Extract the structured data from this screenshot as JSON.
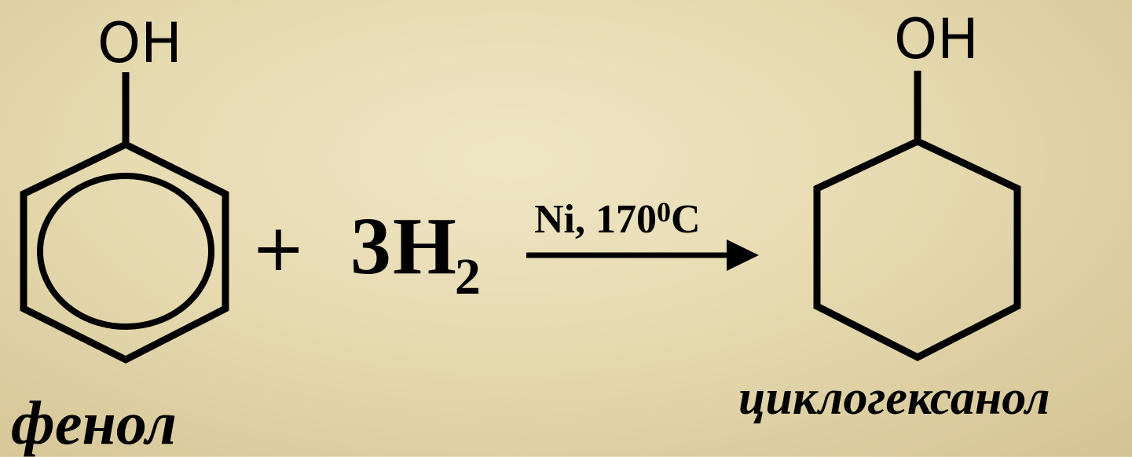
{
  "reactant": {
    "group": "OH",
    "name": "фенол"
  },
  "plus": "+",
  "reagent": {
    "coefficient": "3",
    "formula": "H",
    "subscript": "2"
  },
  "conditions": {
    "catalyst": "Ni, 170",
    "degree": "0",
    "unit": "C"
  },
  "product": {
    "group": "OH",
    "name": "циклогексанол"
  },
  "colors": {
    "stroke": "#000000",
    "background": "#e6dab0"
  }
}
